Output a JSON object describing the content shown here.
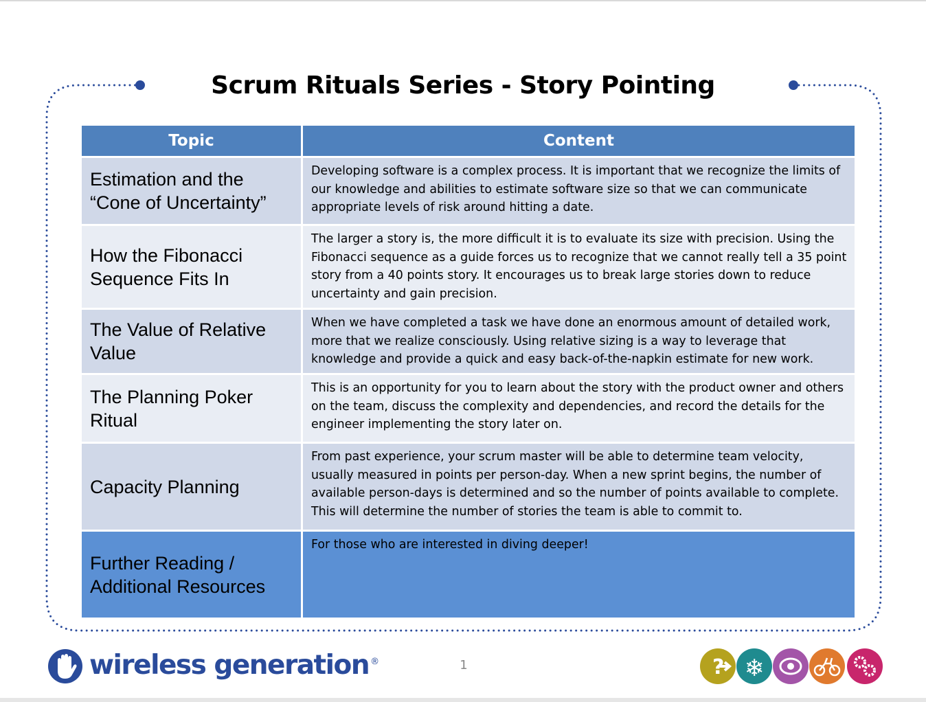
{
  "title": "Scrum Rituals Series - Story Pointing",
  "table": {
    "headers": [
      "Topic",
      "Content"
    ],
    "rows": [
      {
        "topic": "Estimation and the “Cone of Uncertainty”",
        "content": "Developing software is a complex process.  It is important that we recognize the limits of our knowledge and abilities to estimate software size so that we can communicate appropriate levels of risk around hitting a date."
      },
      {
        "topic": "How the Fibonacci Sequence Fits In",
        "content": "The larger a story is, the more difficult it is to evaluate its size with precision.  Using the Fibonacci sequence as a guide forces us to recognize that we cannot really tell a 35 point story from a 40 points story.  It encourages us to break large stories down to reduce uncertainty and gain precision."
      },
      {
        "topic": "The Value of Relative Value",
        "content": "When we have completed a task we have done an enormous amount of detailed work, more that we realize consciously.  Using relative sizing is a way to leverage that knowledge and provide a quick and easy back-of-the-napkin estimate for new work."
      },
      {
        "topic": "The Planning Poker Ritual",
        "content": "This is an opportunity for you to learn about the story with the product owner and others on the team, discuss the complexity and dependencies, and record the details for the engineer implementing the story later on."
      },
      {
        "topic": "Capacity Planning",
        "content": "From past experience, your scrum master will be able to determine team velocity, usually measured in points per person-day.  When a new sprint begins, the number of available person-days is determined and so the number of points available to complete.  This will determine the number of stories the team is able to commit to."
      },
      {
        "topic": "Further Reading / Additional Resources",
        "content": "For those who are interested in diving deeper!"
      }
    ]
  },
  "footer": {
    "logo_text": "wireless generation",
    "logo_mark": "®",
    "page_number": "1",
    "badge_icons": [
      "question-arrow-icon",
      "snowflake-icon",
      "eye-spiral-icon",
      "tandem-bicycle-icon",
      "gears-icon"
    ]
  },
  "colors": {
    "header": "#4f81bd",
    "row_dark": "#d0d8e8",
    "row_light": "#e9edf4",
    "row_accent": "#5b90d4",
    "frame_dots": "#2a4b9b",
    "logo": "#2a4b9b",
    "badges": [
      "#b5a21e",
      "#1f8b8f",
      "#a355a8",
      "#e07a2e",
      "#c8266c"
    ]
  }
}
